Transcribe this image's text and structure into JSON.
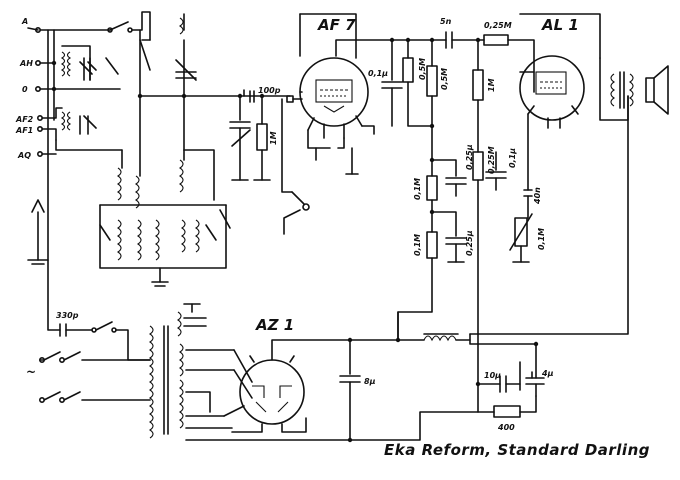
{
  "caption": "Eka Reform, Standard Darling",
  "tubes": {
    "af7": "AF 7",
    "al1": "AL 1",
    "az1": "AZ 1"
  },
  "terminals": {
    "a": "A",
    "ah": "AH",
    "zero": "0",
    "af2": "AF2",
    "af1": "AF1",
    "aq": "AQ"
  },
  "components": {
    "c_5n": "5n",
    "r_025m_top": "0,25M",
    "c_100p": "100p",
    "r_1m_grid": "1M",
    "c_01u_af7": "0,1µ",
    "r_05m_a": "0,5M",
    "r_05m_b": "0,5M",
    "r_1m_al1": "1M",
    "r_01m_a": "0,1M",
    "c_025u_a": "0,25µ",
    "r_025m_mid": "0,25M",
    "c_01u_mid": "0,1µ",
    "r_40n": "40n",
    "r_01m_pot": "0,1M",
    "r_01m_b": "0,1M",
    "c_025u_b": "0,25µ",
    "c_330p": "330p",
    "c_8u": "8µ",
    "c_10u": "10µ",
    "c_4u": "4µ",
    "r_400": "400"
  },
  "symbols": {
    "mains": "~"
  }
}
